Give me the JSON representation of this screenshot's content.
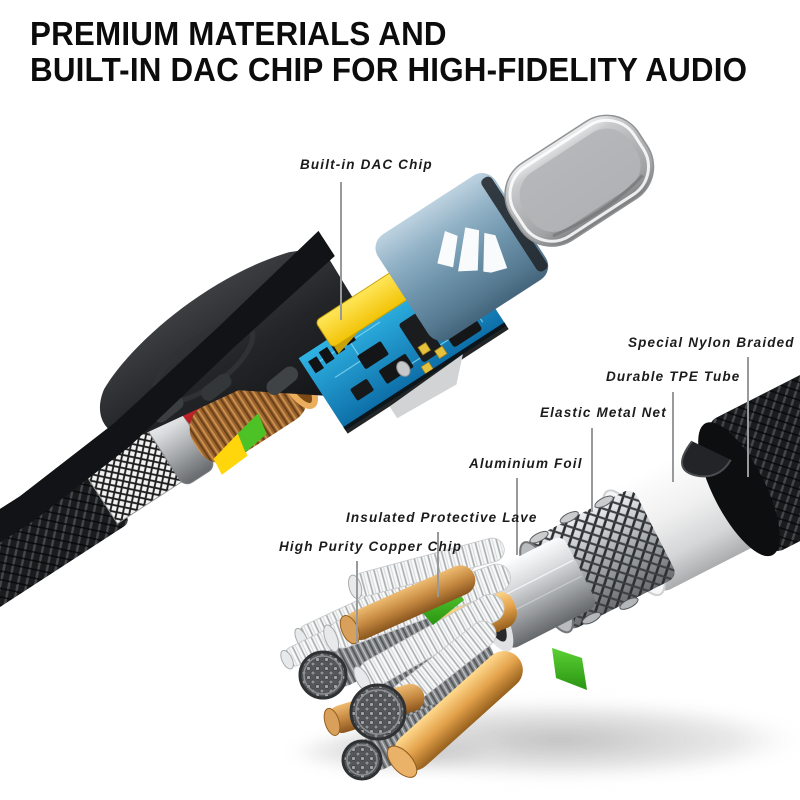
{
  "title": {
    "line1": "PREMIUM MATERIALS AND",
    "line2": "BUILT-IN DAC CHIP FOR HIGH-FIDELITY AUDIO"
  },
  "callouts": [
    {
      "id": "dac",
      "text": "Built-in DAC Chip"
    },
    {
      "id": "nylon",
      "text": "Special Nylon Braided Wire"
    },
    {
      "id": "tpe",
      "text": "Durable TPE Tube"
    },
    {
      "id": "net",
      "text": "Elastic Metal Net"
    },
    {
      "id": "foil",
      "text": "Aluminium Foil"
    },
    {
      "id": "insulated",
      "text": "Insulated Protective Lave"
    },
    {
      "id": "copper",
      "text": "High Purity Copper Chip"
    }
  ],
  "icons": {
    "brand_logo": "m-monogram"
  },
  "colors": {
    "title_text": "#0c0c0c",
    "label_text": "#1c1c1c",
    "leader_line": "#97999b",
    "connector_shell_blue": "#6e94ac",
    "usb_tip_silver": "#b5b7b9",
    "pcb_blue": "#1188c2",
    "component_yellow": "#ffd60b",
    "copper": "#c68a42",
    "insulation_green": "#3ec426",
    "wire_red": "#d8262b",
    "braid_black": "#1a1b1d",
    "tpe_white": "#f2f2f2",
    "background": "#ffffff"
  }
}
